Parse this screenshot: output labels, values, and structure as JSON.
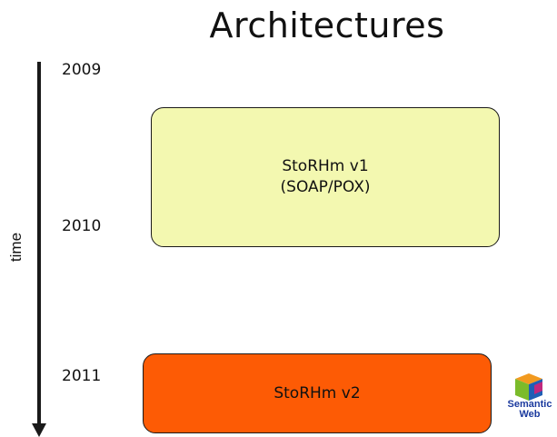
{
  "title": "Architectures",
  "timeline": {
    "axis_label": "time",
    "years": [
      "2009",
      "2010",
      "2011"
    ]
  },
  "boxes": [
    {
      "line1": "StoRHm v1",
      "line2": "(SOAP/POX)",
      "color": "#f3f8b0"
    },
    {
      "line1": "StoRHm v2",
      "color": "#fd5b05"
    }
  ],
  "logo": {
    "icon": "semantic-web-cube-icon",
    "text": "Semantic Web"
  }
}
